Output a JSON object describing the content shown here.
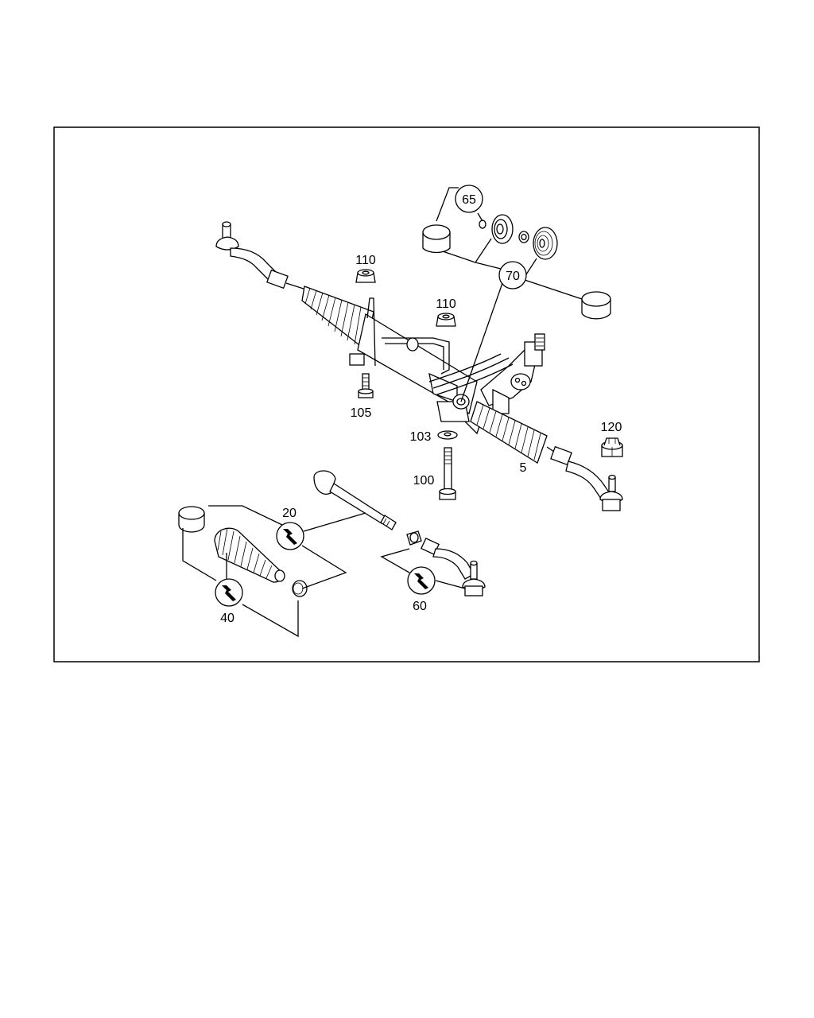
{
  "callouts": {
    "c65": "65",
    "c70": "70",
    "c110a": "110",
    "c110b": "110",
    "c105": "105",
    "c103": "103",
    "c100": "100",
    "c120": "120",
    "c5": "5",
    "c20": "20",
    "c40": "40",
    "c60": "60"
  },
  "icons": {
    "wrench": "wrench-icon"
  },
  "colors": {
    "line": "#000000",
    "background": "#ffffff"
  }
}
